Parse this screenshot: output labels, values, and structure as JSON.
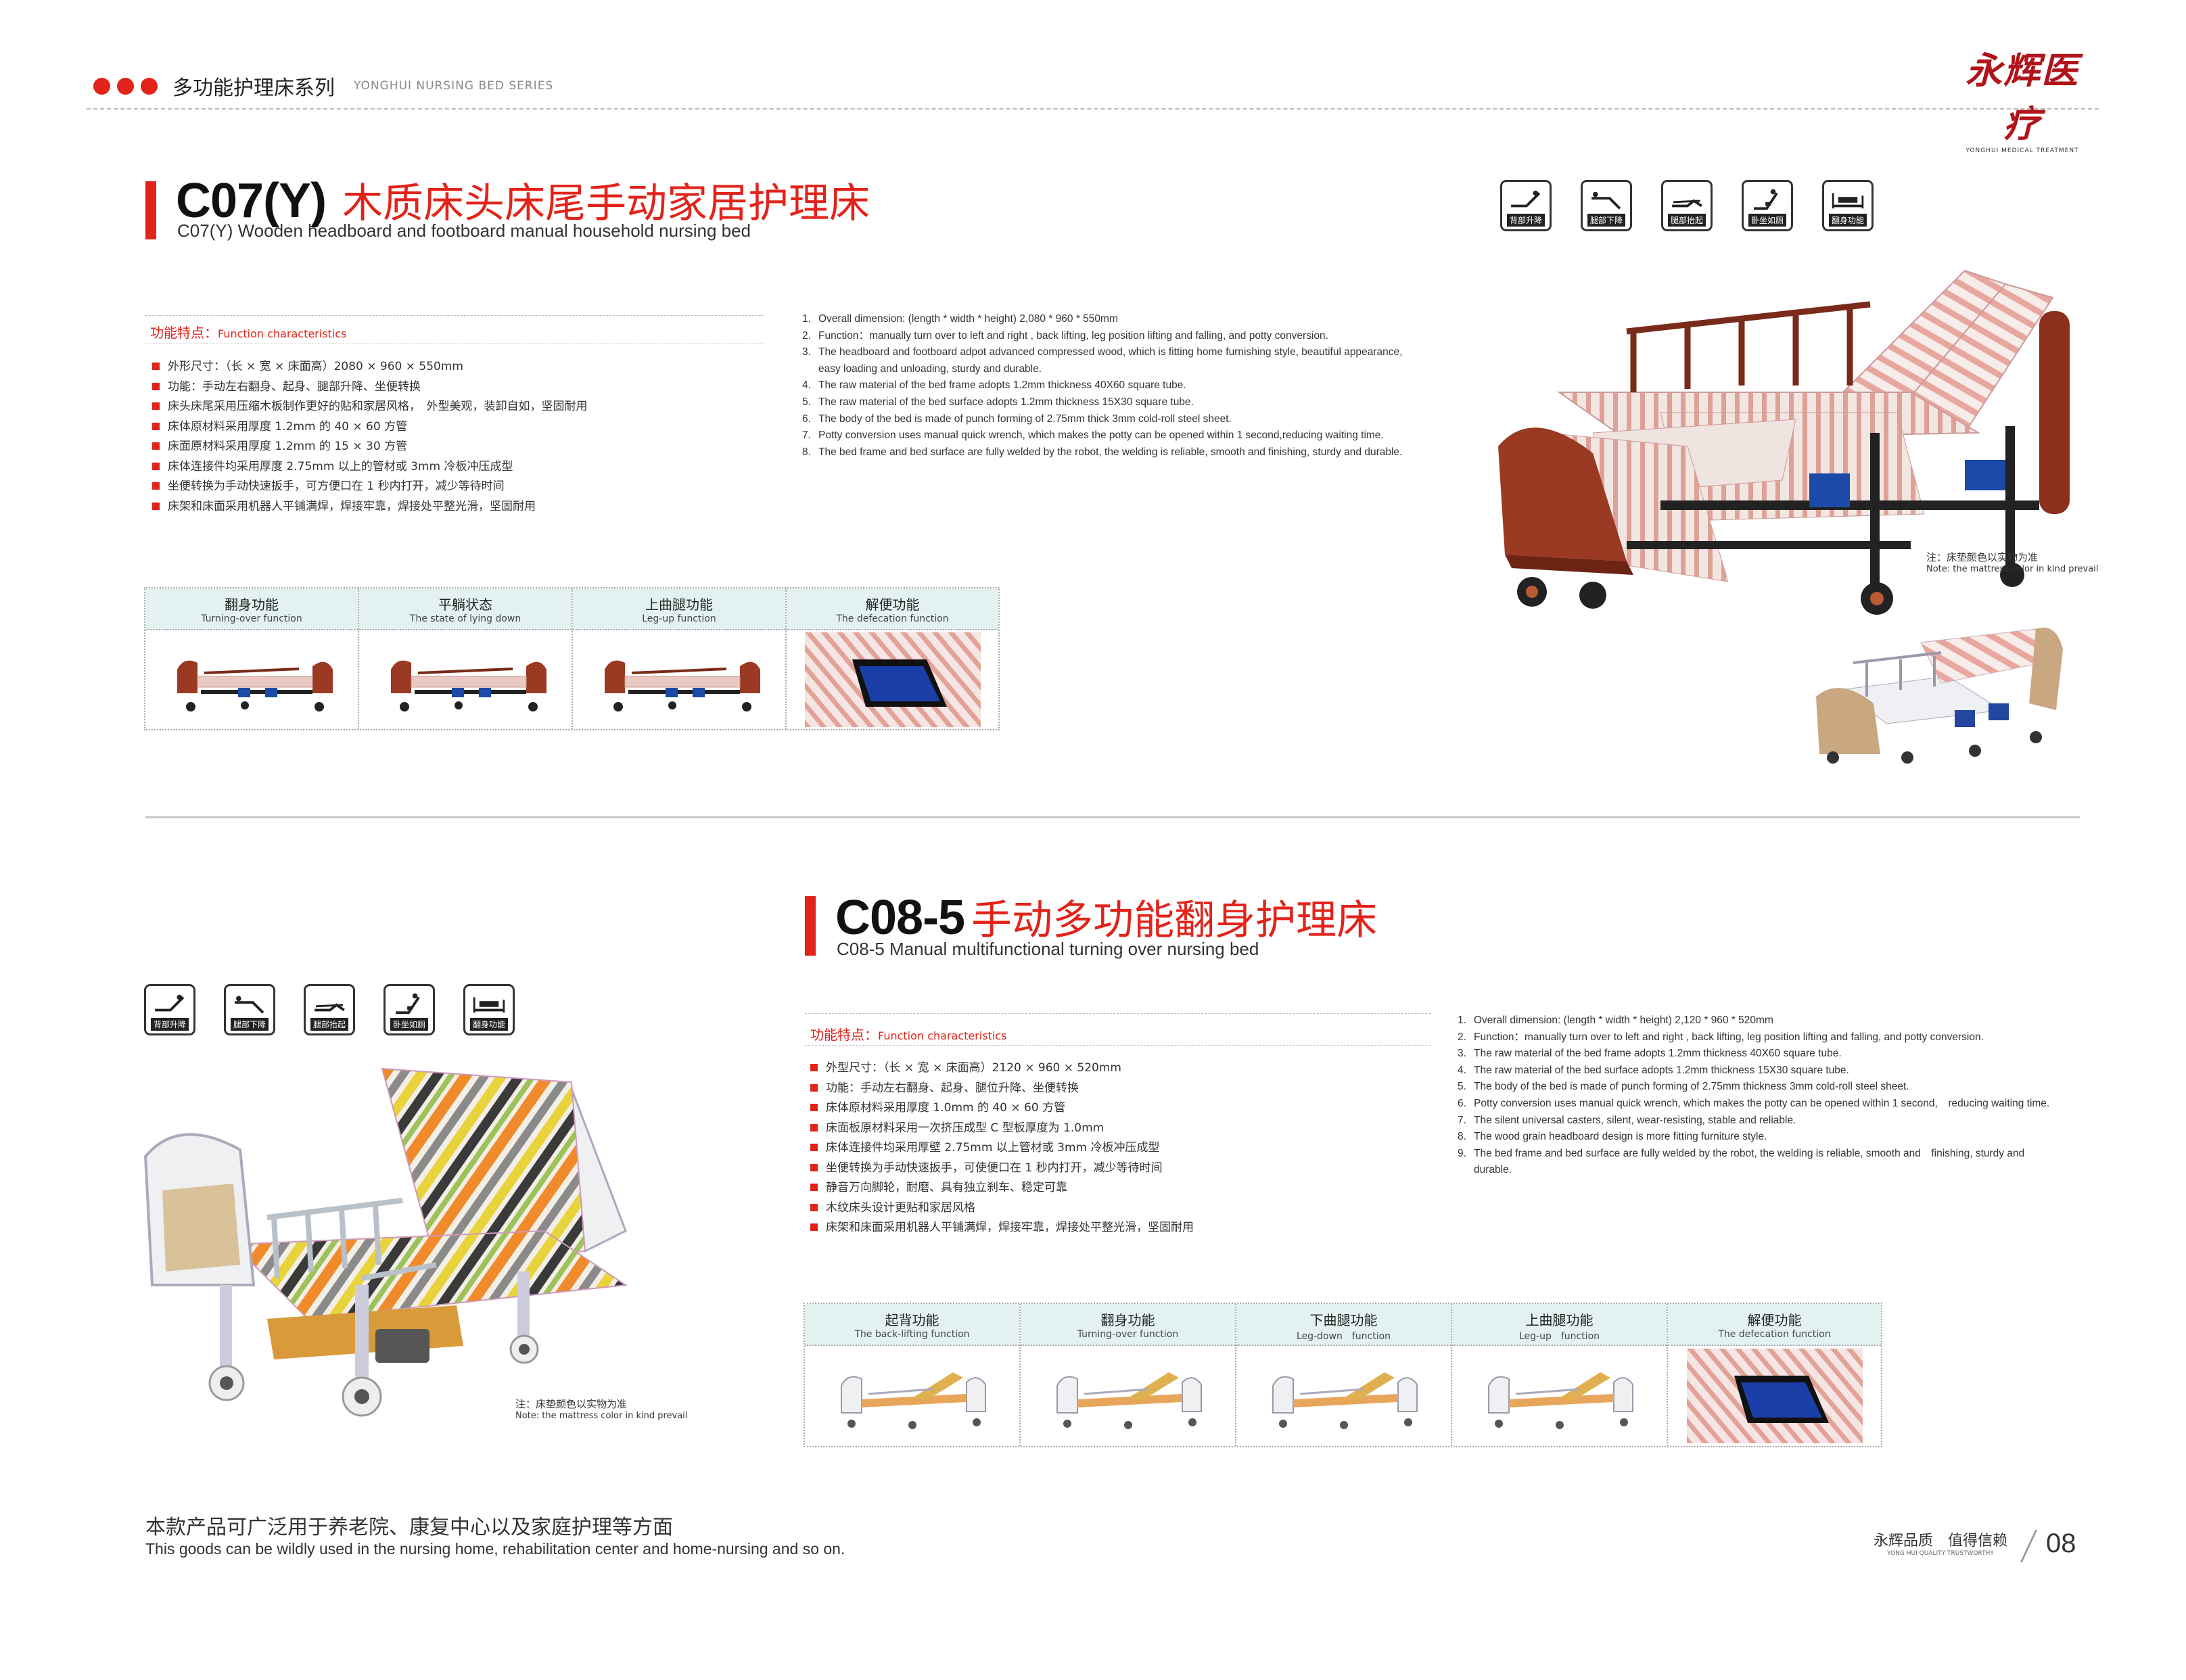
{
  "header": {
    "series_cn": "多功能护理床系列",
    "series_en": "YONGHUI NURSING BED SERIES",
    "logo_cn": "永辉医疗",
    "logo_en": "YONGHUI MEDICAL TREATMENT"
  },
  "p1": {
    "model": "C07(Y)",
    "title_cn": "木质床头床尾手动家居护理床",
    "title_en": "C07(Y) Wooden headboard and footboard manual household nursing bed",
    "feat_cn": "功能特点：",
    "feat_en": "Function characteristics",
    "features_cn": [
      "外形尺寸：（长 × 宽 × 床面高）2080 × 960 × 550mm",
      "功能：手动左右翻身、起身、腿部升降、坐便转换",
      "床头床尾采用压缩木板制作更好的贴和家居风格，　外型美观，装卸自如，坚固耐用",
      "床体原材料采用厚度 1.2mm 的 40 × 60 方管",
      "床面原材料采用厚度 1.2mm 的 15 × 30 方管",
      "床体连接件均采用厚度 2.75mm 以上的管材或 3mm 冷板冲压成型",
      "坐便转换为手动快速扳手，可方便口在 1 秒内打开，减少等待时间",
      "床架和床面采用机器人平铺满焊，焊接牢靠，焊接处平整光滑，坚固耐用"
    ],
    "features_en": [
      "Overall dimension: (length * width * height) 2,080 * 960 * 550mm",
      "Function：manually turn over to left and right , back lifting, leg position lifting and falling, and potty conversion.",
      "The headboard and footboard adpot advanced compressed wood, which is fitting home furnishing style, beautiful appearance, easy loading and unloading, sturdy and durable.",
      "The raw material of the bed frame adopts 1.2mm thickness 40X60 square tube.",
      "The raw material of the bed surface adopts 1.2mm thickness 15X30 square tube.",
      "The body of the bed is made of punch forming of 2.75mm thick 3mm cold-roll steel sheet.",
      "Potty conversion uses manual quick wrench, which makes the potty can be opened within 1 second,reducing waiting time.",
      "The bed frame and bed surface are fully welded by the robot, the welding is reliable, smooth and finishing, sturdy and durable."
    ],
    "functions": [
      {
        "cn": "翻身功能",
        "en": "Turning-over function"
      },
      {
        "cn": "平躺状态",
        "en": "The state of lying down"
      },
      {
        "cn": "上曲腿功能",
        "en": "Leg-up function"
      },
      {
        "cn": "解便功能",
        "en": "The defecation function"
      }
    ],
    "icons": [
      "背部升降",
      "腿部下降",
      "腿部抬起",
      "卧坐如厕",
      "翻身功能"
    ],
    "note_cn": "注：床垫颜色以实物为准",
    "note_en": "Note: the mattress color in kind prevail"
  },
  "p2": {
    "model": "C08-5",
    "title_cn": "手动多功能翻身护理床",
    "title_en": "C08-5 Manual multifunctional turning over nursing bed",
    "feat_cn": "功能特点：",
    "feat_en": "Function characteristics",
    "features_cn": [
      "外型尺寸：（长 × 宽 × 床面高）2120 × 960 × 520mm",
      "功能：手动左右翻身、起身、腿位升降、坐便转换",
      "床体原材料采用厚度 1.0mm 的 40 × 60 方管",
      "床面板原材料采用一次挤压成型 C 型板厚度为 1.0mm",
      "床体连接件均采用厚壁 2.75mm 以上管材或 3mm 冷板冲压成型",
      "坐便转换为手动快速扳手，可使便口在 1 秒内打开，减少等待时间",
      "静音万向脚轮，耐磨、具有独立刹车、稳定可靠",
      "木纹床头设计更贴和家居风格",
      "床架和床面采用机器人平铺满焊，焊接牢靠，焊接处平整光滑，坚固耐用"
    ],
    "features_en": [
      "Overall dimension: (length * width * height) 2,120 * 960 * 520mm",
      "Function：manually turn over to left and right , back lifting, leg position lifting and falling, and potty conversion.",
      "The raw material of the bed frame adopts 1.2mm thickness 40X60 square tube.",
      "The raw material of the bed surface adopts 1.2mm thickness 15X30 square tube.",
      "The body of the bed is made of punch forming of 2.75mm thickness 3mm cold-roll steel sheet.",
      "Potty conversion uses manual quick wrench, which makes the potty can be opened within 1 second,　reducing waiting time.",
      "The silent universal casters, silent, wear-resisting, stable and reliable.",
      "The wood grain headboard design is more fitting furniture style.",
      "The bed frame and bed surface are fully welded by the robot, the welding is reliable, smooth and　finishing, sturdy and durable."
    ],
    "functions": [
      {
        "cn": "起背功能",
        "en": "The back-lifting function"
      },
      {
        "cn": "翻身功能",
        "en": "Turning-over function"
      },
      {
        "cn": "下曲腿功能",
        "en": "Leg-down　function"
      },
      {
        "cn": "上曲腿功能",
        "en": "Leg-up　function"
      },
      {
        "cn": "解便功能",
        "en": "The defecation function"
      }
    ],
    "icons": [
      "背部升降",
      "腿部下降",
      "腿部抬起",
      "卧坐如厕",
      "翻身功能"
    ],
    "note_cn": "注：床垫颜色以实物为准",
    "note_en": "Note: the mattress color in kind prevail"
  },
  "footer": {
    "usage_cn": "本款产品可广泛用于养老院、康复中心以及家庭护理等方面",
    "usage_en": "This goods can be wildly used in the nursing home, rehabilitation center and home-nursing and so on.",
    "slogan_cn": "永辉品质　值得信赖",
    "slogan_en": "YONG HUI QUALITY TRUSTWORTHY",
    "page": "08"
  },
  "colors": {
    "accent": "#e2231a",
    "table_head": "#e3f2f1",
    "wood": "#9a3a22"
  }
}
